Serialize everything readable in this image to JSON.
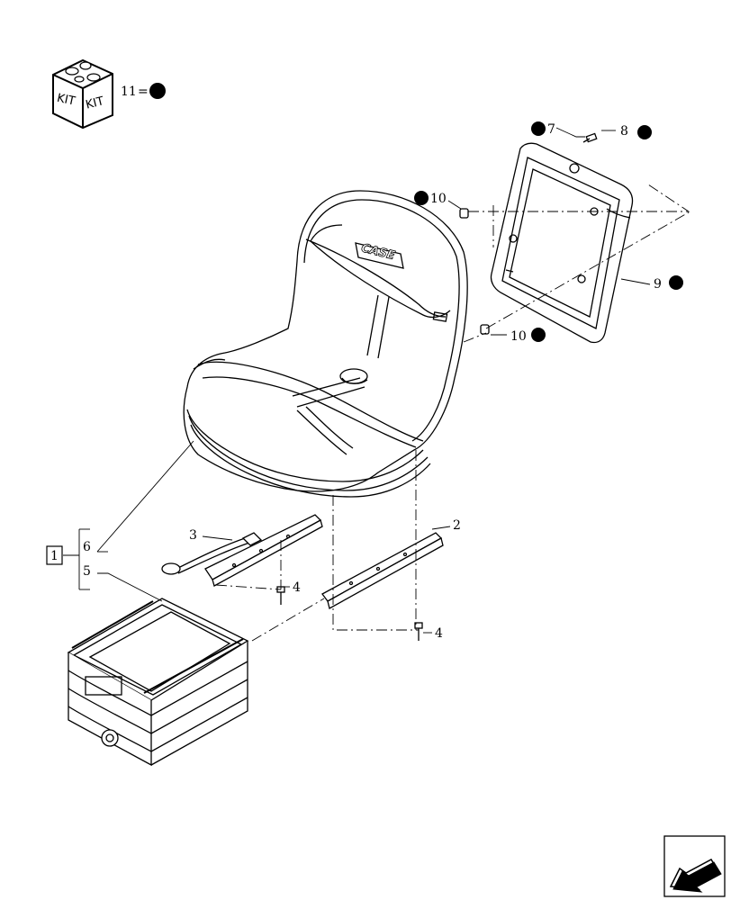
{
  "kit": {
    "face_left": "KIT",
    "face_right": "KIT",
    "legend_number": "11",
    "legend_sign": "="
  },
  "brand_text": "CASE",
  "callouts": {
    "c1": "1",
    "c2": "2",
    "c3": "3",
    "c4a": "4",
    "c4b": "4",
    "c5": "5",
    "c6": "6",
    "c7": "7",
    "c8": "8",
    "c9": "9",
    "c10a": "10",
    "c10b": "10"
  }
}
